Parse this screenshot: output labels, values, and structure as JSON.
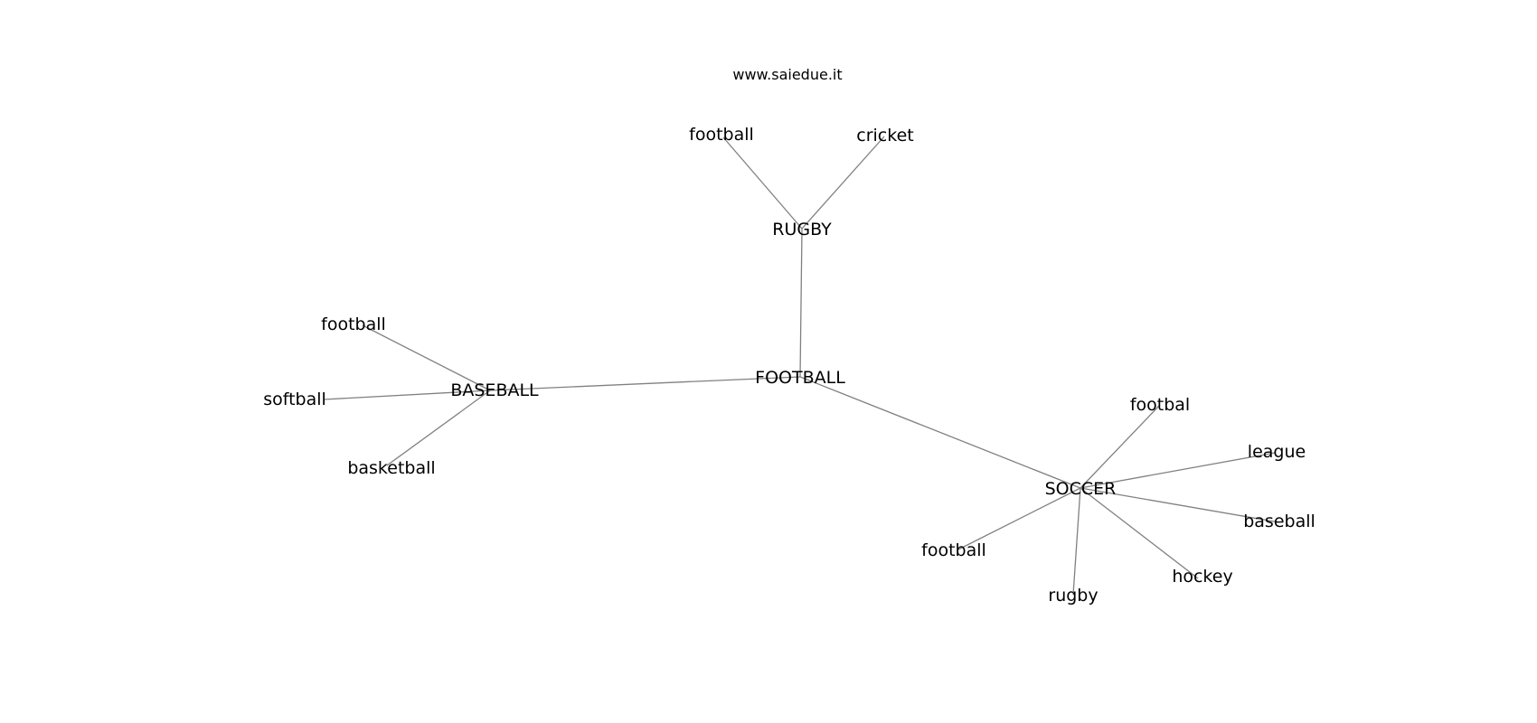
{
  "watermark": "www.saiedue.it",
  "colors": {
    "edge": "#808080",
    "text": "#000000",
    "background": "#ffffff"
  },
  "nodes": [
    {
      "id": "football_center",
      "label": "FOOTBALL"
    },
    {
      "id": "rugby",
      "label": "RUGBY"
    },
    {
      "id": "rugby_football",
      "label": "football"
    },
    {
      "id": "rugby_cricket",
      "label": "cricket"
    },
    {
      "id": "baseball",
      "label": "BASEBALL"
    },
    {
      "id": "baseball_football",
      "label": "football"
    },
    {
      "id": "baseball_softball",
      "label": "softball"
    },
    {
      "id": "baseball_basketball",
      "label": "basketball"
    },
    {
      "id": "soccer",
      "label": "SOCCER"
    },
    {
      "id": "soccer_footbal",
      "label": "footbal"
    },
    {
      "id": "soccer_league",
      "label": "league"
    },
    {
      "id": "soccer_baseball",
      "label": "baseball"
    },
    {
      "id": "soccer_hockey",
      "label": "hockey"
    },
    {
      "id": "soccer_rugby",
      "label": "rugby"
    },
    {
      "id": "soccer_football",
      "label": "football"
    }
  ],
  "edges": [
    [
      "football_center",
      "rugby"
    ],
    [
      "football_center",
      "baseball"
    ],
    [
      "football_center",
      "soccer"
    ],
    [
      "rugby",
      "rugby_football"
    ],
    [
      "rugby",
      "rugby_cricket"
    ],
    [
      "baseball",
      "baseball_football"
    ],
    [
      "baseball",
      "baseball_softball"
    ],
    [
      "baseball",
      "baseball_basketball"
    ],
    [
      "soccer",
      "soccer_footbal"
    ],
    [
      "soccer",
      "soccer_league"
    ],
    [
      "soccer",
      "soccer_baseball"
    ],
    [
      "soccer",
      "soccer_hockey"
    ],
    [
      "soccer",
      "soccer_rugby"
    ],
    [
      "soccer",
      "soccer_football"
    ]
  ]
}
